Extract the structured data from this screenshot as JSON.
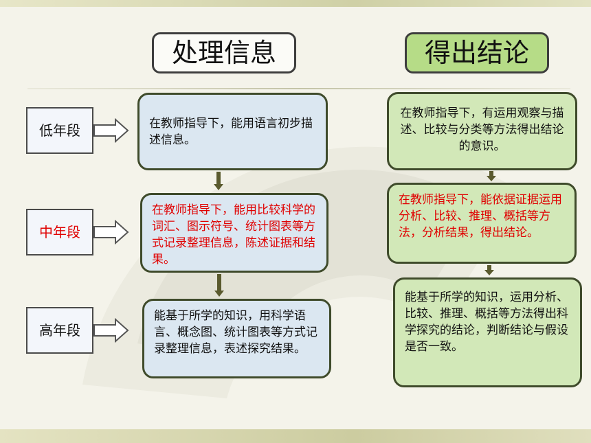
{
  "titles": {
    "left": "处理信息",
    "right": "得出结论"
  },
  "grades": [
    {
      "label": "低年段",
      "color": "#111111"
    },
    {
      "label": "中年段",
      "color": "#e00000"
    },
    {
      "label": "高年段",
      "color": "#111111"
    }
  ],
  "process_info": [
    "在教师指导下，能用语言初步描述信息。",
    "在教师指导下，能用比较科学的词汇、图示符号、统计图表等方式记录整理信息，陈述证据和结果。",
    "能基于所学的知识，用科学语言、概念图、统计图表等方式记录整理信息，表述探究结果。"
  ],
  "conclusions": [
    "在教师指导下，有运用观察与描述、比较与分类等方法得出结论的意识。",
    "在教师指导下，能依据证据运用分析、比较、推理、概括等方法，分析结果，得出结论。",
    "能基于所学的知识，运用分析、比较、推理、概括等方法得出科学探究的结论，判断结论与假设是否一致。"
  ]
}
